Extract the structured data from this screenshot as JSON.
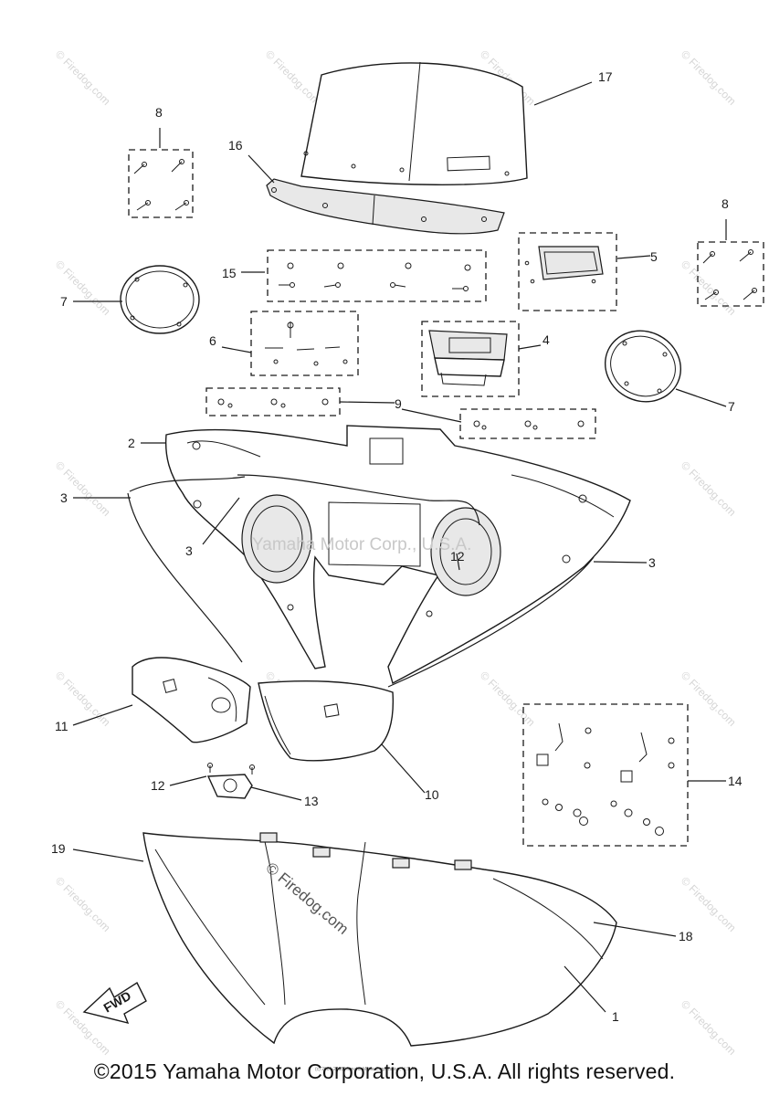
{
  "diagram": {
    "callouts": {
      "c1": "1",
      "c2": "2",
      "c3a": "3",
      "c3b": "3",
      "c3c": "3",
      "c4": "4",
      "c5": "5",
      "c6": "6",
      "c7a": "7",
      "c7b": "7",
      "c8a": "8",
      "c8b": "8",
      "c9": "9",
      "c10": "10",
      "c11": "11",
      "c12a": "12",
      "c12b": "12",
      "c13": "13",
      "c14": "14",
      "c15": "15",
      "c16": "16",
      "c17": "17",
      "c18": "18",
      "c19": "19"
    },
    "fwd_label": "FWD",
    "watermark_text": "© Firedog.com",
    "watermark_mid": "Yamaha Motor Corp., U.S.A.",
    "watermark_dog": "© Firedog.com",
    "small_print": "(c) 2005-2015 Yamaha Motor Corporation, U.S.A."
  },
  "footer": {
    "copyright": "©2015 Yamaha Motor Corporation, U.S.A. All rights reserved."
  }
}
